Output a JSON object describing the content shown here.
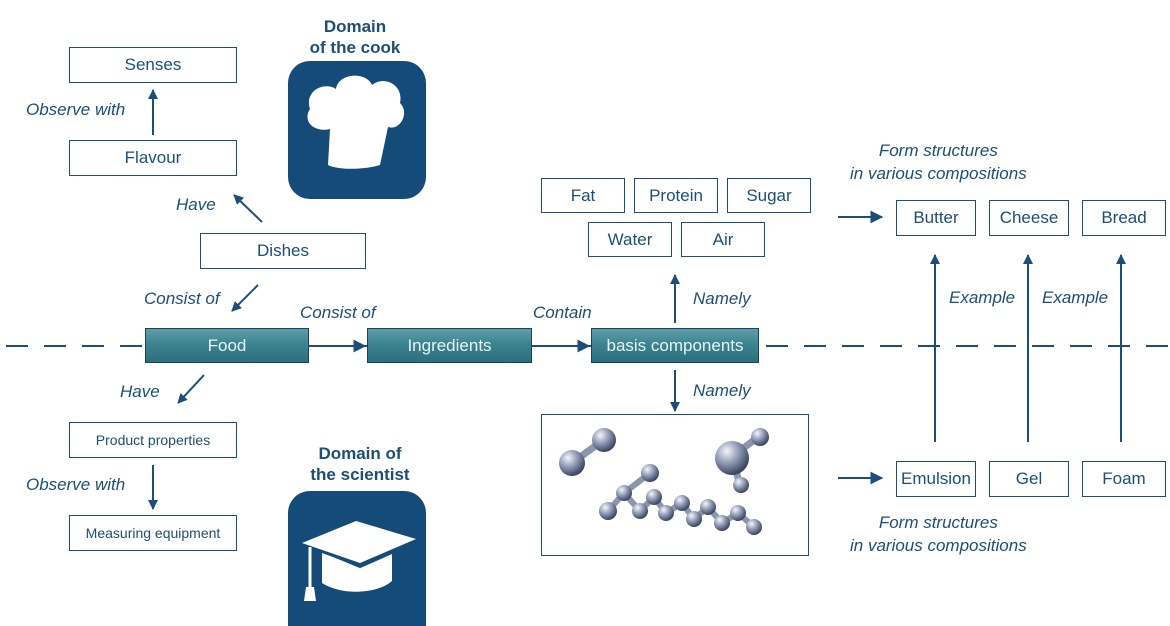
{
  "domains": {
    "cook": {
      "line1": "Domain",
      "line2": "of the cook",
      "icon": "chef-hat-icon"
    },
    "scientist": {
      "line1": "Domain of",
      "line2": "the scientist",
      "icon": "graduation-cap-icon"
    }
  },
  "cook_side": {
    "senses": "Senses",
    "observe_with": "Observe with",
    "flavour": "Flavour",
    "have": "Have",
    "dishes": "Dishes",
    "consist_of": "Consist of"
  },
  "flow": {
    "food": "Food",
    "consist_of": "Consist of",
    "ingredients": "Ingredients",
    "contain": "Contain",
    "basis_components": "basis components"
  },
  "scientist_side": {
    "have": "Have",
    "product_properties": "Product properties",
    "observe_with": "Observe with",
    "measuring_equipment": "Measuring equipment"
  },
  "components": {
    "namely_up": "Namely",
    "namely_down": "Namely",
    "items": [
      "Fat",
      "Protein",
      "Sugar",
      "Water",
      "Air"
    ]
  },
  "structures": {
    "top_caption_line1": "Form structures",
    "top_caption_line2": "in various compositions",
    "foods": [
      "Butter",
      "Cheese",
      "Bread"
    ],
    "example_1": "Example",
    "example_2": "Example",
    "types": [
      "Emulsion",
      "Gel",
      "Foam"
    ],
    "bottom_caption_line1": "Form structures",
    "bottom_caption_line2": "in various compositions"
  },
  "colors": {
    "primary": "#1b4f79",
    "bar": "#3c8490",
    "tile": "#154b78"
  }
}
